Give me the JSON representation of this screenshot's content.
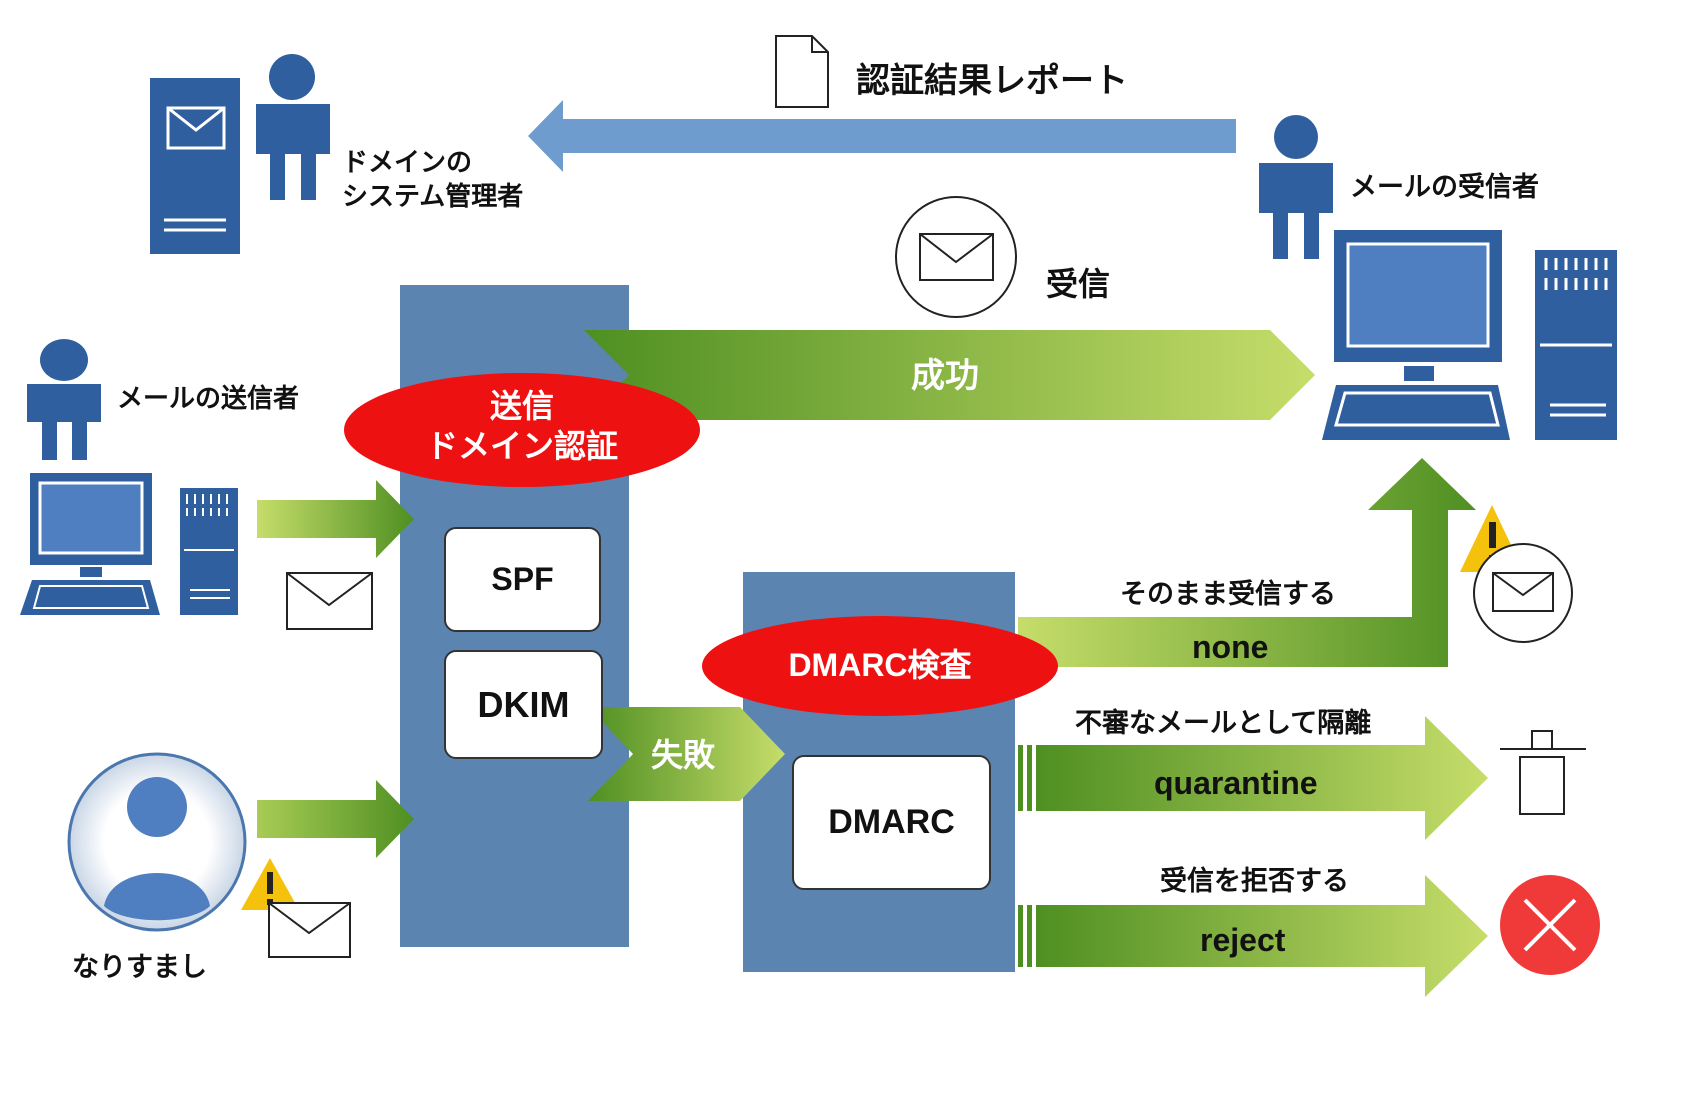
{
  "labels": {
    "report": "認証結果レポート",
    "admin_line1": "ドメインの",
    "admin_line2": "システム管理者",
    "receiver": "メールの受信者",
    "receive": "受信",
    "success": "成功",
    "sender": "メールの送信者",
    "sender_auth_line1": "送信",
    "sender_auth_line2": "ドメイン認証",
    "spf": "SPF",
    "dkim": "DKIM",
    "fail": "失敗",
    "dmarc_check": "DMARC検査",
    "dmarc": "DMARC",
    "spoofer": "なりすまし",
    "none_desc": "そのまま受信する",
    "none": "none",
    "quarantine_desc": "不審なメールとして隔離",
    "quarantine": "quarantine",
    "reject_desc": "受信を拒否する",
    "reject": "reject"
  },
  "icons": [
    "document-icon",
    "server-icon",
    "person-icon",
    "computer-icon",
    "envelope-icon",
    "warning-icon",
    "trash-icon",
    "reject-icon",
    "avatar-icon"
  ],
  "colors": {
    "panel_blue": "#5b84b1",
    "icon_blue": "#2f5f9e",
    "report_arrow": "#6f9ccf",
    "green_dark": "#4f8f22",
    "green_light": "#c6dd6a",
    "red_ellipse": "#ee1111",
    "warning": "#f4c20d",
    "reject_red": "#f03a3a"
  }
}
